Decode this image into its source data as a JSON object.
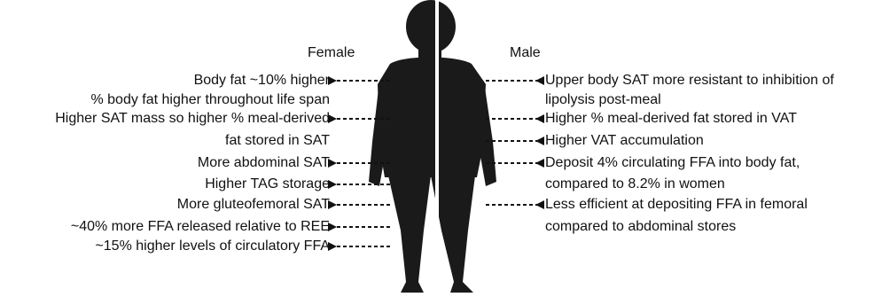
{
  "female": {
    "heading": "Female",
    "lines": [
      "Body fat ~10% higher",
      "% body fat higher throughout life span",
      "Higher SAT mass so higher % meal-derived",
      "fat stored in SAT",
      "More abdominal SAT",
      "Higher TAG storage",
      "More gluteofemoral SAT",
      "~40% more FFA released relative to REE",
      "~15% higher levels of circulatory FFA"
    ]
  },
  "male": {
    "heading": "Male",
    "lines": [
      "Upper body SAT more resistant to inhibition of",
      "lipolysis post-meal",
      "Higher % meal-derived fat stored in VAT",
      "Higher VAT accumulation",
      "Deposit 4% circulating FFA into body fat,",
      "compared to 8.2% in women",
      "Less efficient at depositing FFA in femoral",
      "compared to abdominal stores"
    ]
  },
  "colors": {
    "text": "#111111",
    "figure": "#1a1a1a"
  }
}
